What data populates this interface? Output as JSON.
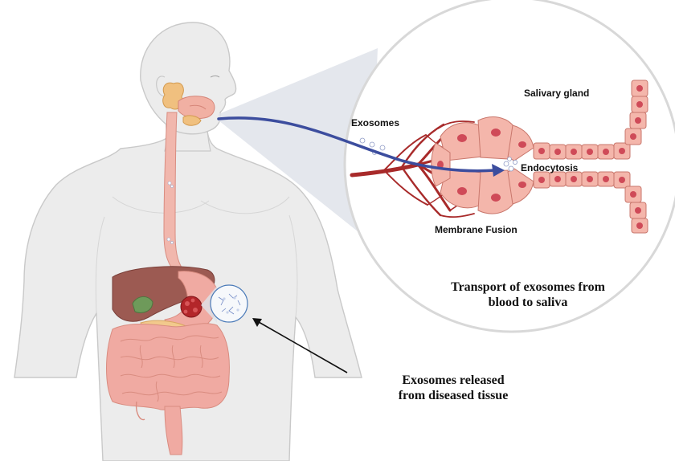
{
  "labels": {
    "salivary_gland": "Salivary gland",
    "exosomes": "Exosomes",
    "endocytosis": "Endocytosis",
    "membrane_fusion": "Membrane Fusion",
    "transport_line1": "Transport of exosomes from",
    "transport_line2": "blood to saliva",
    "released_line1": "Exosomes released",
    "released_line2": "from diseased tissue"
  },
  "colors": {
    "body": "#ececec",
    "body_outline": "#c9c9c9",
    "esophagus": "#f1b7ad",
    "liver": "#9c5a52",
    "intestine": "#f0aaa2",
    "tumor": "#b3262a",
    "gland": "#f1b0a3",
    "cell": "#f4b6ab",
    "nucleus": "#cf4a58",
    "vessel": "#a82a2a",
    "arrow": "#3c4d9e",
    "zoom_cone": "#dfe3ea"
  }
}
